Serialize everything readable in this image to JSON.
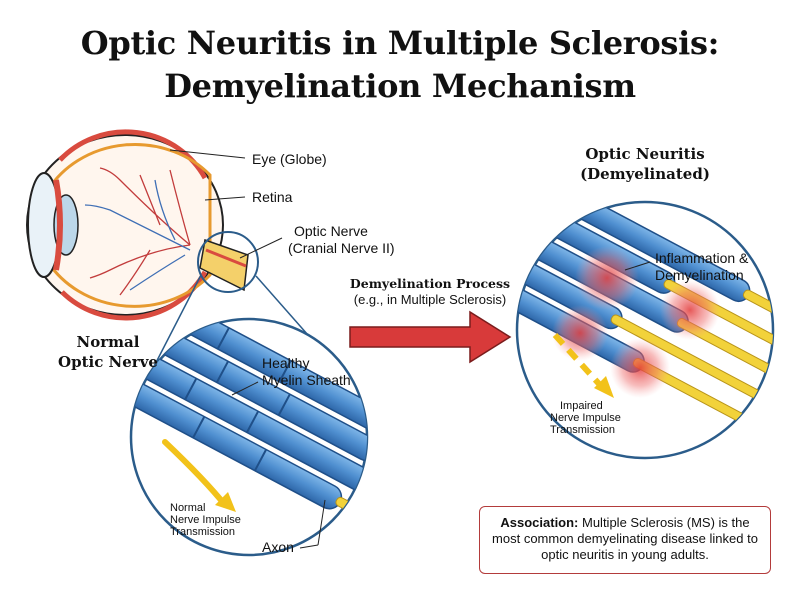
{
  "title": {
    "line1": "Optic Neuritis in Multiple Sclerosis:",
    "line2": "Demyelination Mechanism"
  },
  "eye_labels": {
    "globe": "Eye (Globe)",
    "retina": "Retina",
    "optic_nerve_line1": "Optic Nerve",
    "optic_nerve_line2": "(Cranial Nerve II)"
  },
  "normal": {
    "heading_line1": "Normal",
    "heading_line2": "Optic Nerve",
    "myelin_line1": "Healthy",
    "myelin_line2": "Myelin Sheath",
    "impulse_line1": "Normal",
    "impulse_line2": "Nerve Impulse",
    "impulse_line3": "Transmission",
    "axon": "Axon"
  },
  "process": {
    "line1": "Demyelination Process",
    "line2": "(e.g., in Multiple Sclerosis)"
  },
  "neuritis": {
    "heading_line1": "Optic Neuritis",
    "heading_line2": "(Demyelinated)",
    "inflammation_line1": "Inflammation &",
    "inflammation_line2": "Demyelination",
    "impaired_line1": "Impaired",
    "impaired_line2": "Nerve Impulse",
    "impaired_line3": "Transmission"
  },
  "association": {
    "label": "Association:",
    "text": " Multiple Sclerosis (MS) is the most common demyelinating disease linked to optic neuritis in young adults."
  },
  "colors": {
    "myelin_blue": "#4f8fd0",
    "myelin_dark": "#1f4f88",
    "axon_yellow": "#f2d23a",
    "inflammation_red": "#e23b3b",
    "arrow_red": "#d83a3a",
    "circle_border": "#2b5c8a"
  }
}
